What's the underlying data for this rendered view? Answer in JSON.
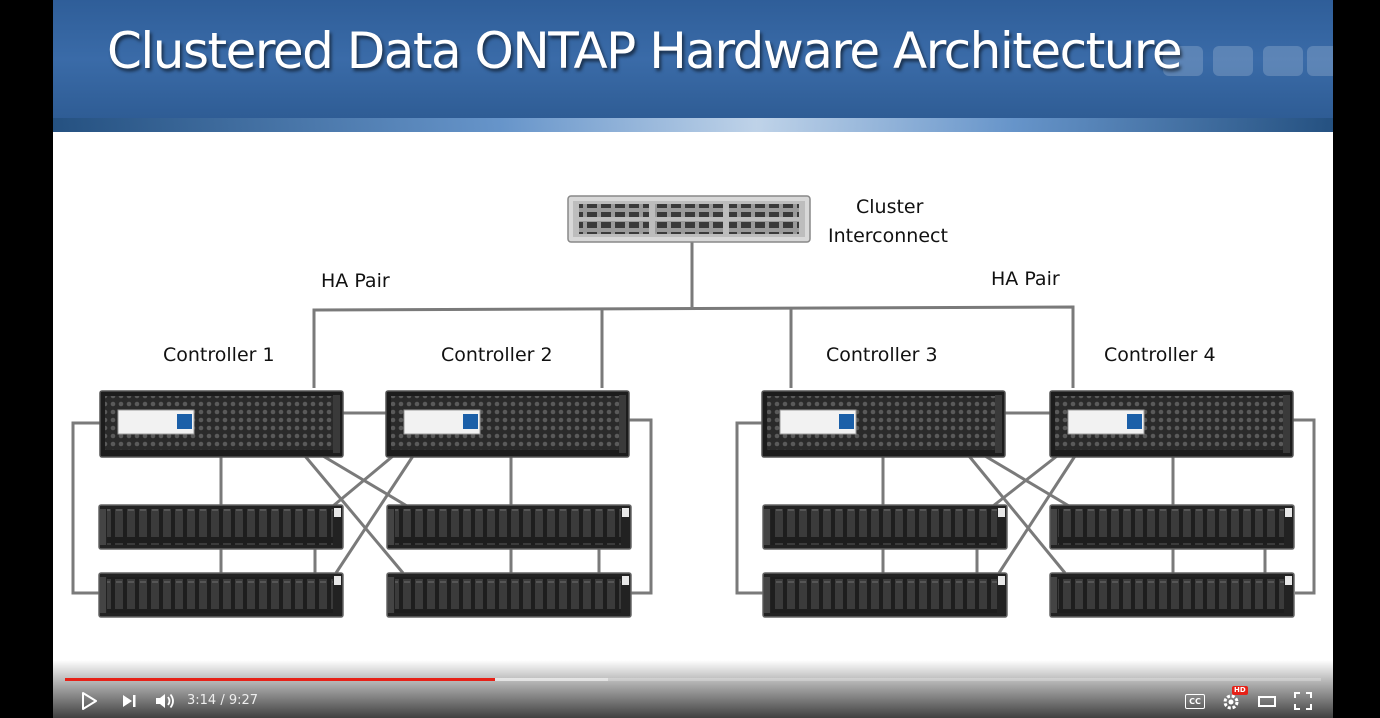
{
  "slide": {
    "title": "Clustered Data ONTAP Hardware Architecture",
    "labels": {
      "cluster_interconnect_line1": "Cluster",
      "cluster_interconnect_line2": "Interconnect",
      "ha_pair_left": "HA Pair",
      "ha_pair_right": "HA Pair",
      "controller1": "Controller 1",
      "controller2": "Controller 2",
      "controller3": "Controller 3",
      "controller4": "Controller 4"
    },
    "colors": {
      "banner": "#2f5e99",
      "wire": "#7a7a7a",
      "hardware": "#2b2b2b"
    }
  },
  "player": {
    "time_current": "3:14",
    "time_separator": " / ",
    "time_total": "9:27",
    "played_fraction": 0.342,
    "buffered_fraction": 0.342,
    "progress_color": "#e62117",
    "icons": [
      "play-icon",
      "next-icon",
      "volume-icon",
      "captions-icon",
      "settings-icon",
      "theater-icon",
      "fullscreen-icon"
    ],
    "cc_text": "CC",
    "hd_badge": "HD"
  }
}
